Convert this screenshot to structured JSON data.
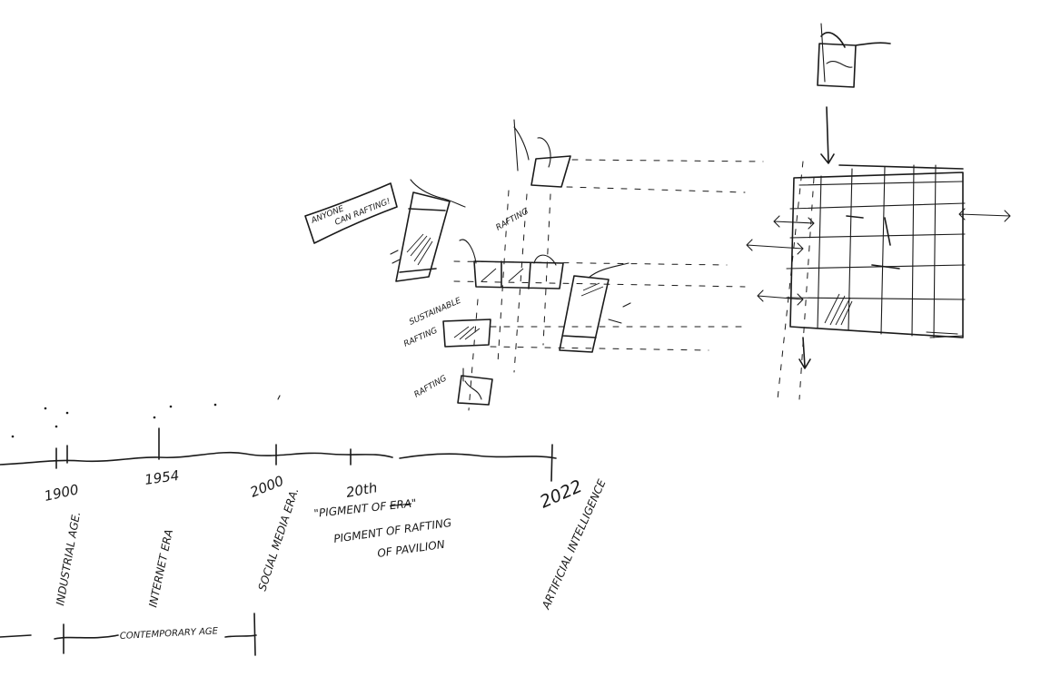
{
  "timeline": {
    "marks": [
      {
        "year": "1900",
        "era": "INDUSTRIAL AGE."
      },
      {
        "year": "1954",
        "era": "INTERNET ERA"
      },
      {
        "year": "2000",
        "era": "SOCIAL MEDIA ERA."
      },
      {
        "year": "2022",
        "era": "ARTIFICIAL INTELLIGENCE"
      }
    ],
    "note_line1": "20th",
    "note_line2a": "\"PIGMENT OF ",
    "note_line2_struck": "ERA",
    "note_line2b": "\"",
    "note_line3": "PIGMENT OF RAFTING",
    "note_line4": "OF PAVILION",
    "span_label": "CONTEMPORARY AGE"
  },
  "callouts": {
    "speech_bubble": [
      "ANYONE",
      "CAN RAFTING!"
    ],
    "rafting_top": "RAFTING",
    "sustainable_1": "SUSTAINABLE",
    "sustainable_2": "RAFTING",
    "rafting_bottom": "RAFTING"
  }
}
